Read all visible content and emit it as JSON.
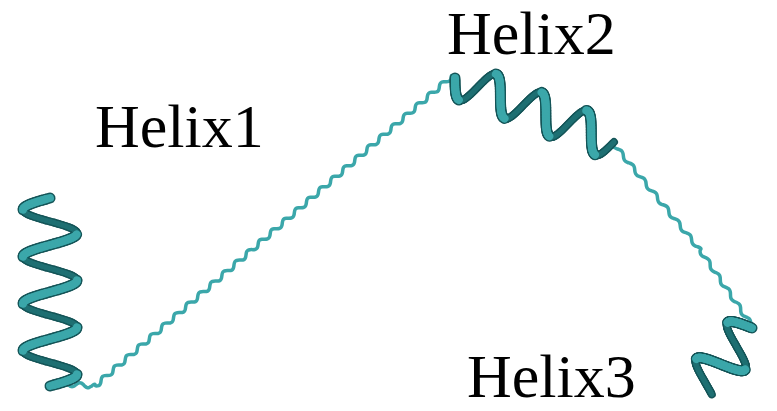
{
  "diagram": {
    "labels": [
      "Helix1",
      "Helix2",
      "Helix3"
    ]
  }
}
